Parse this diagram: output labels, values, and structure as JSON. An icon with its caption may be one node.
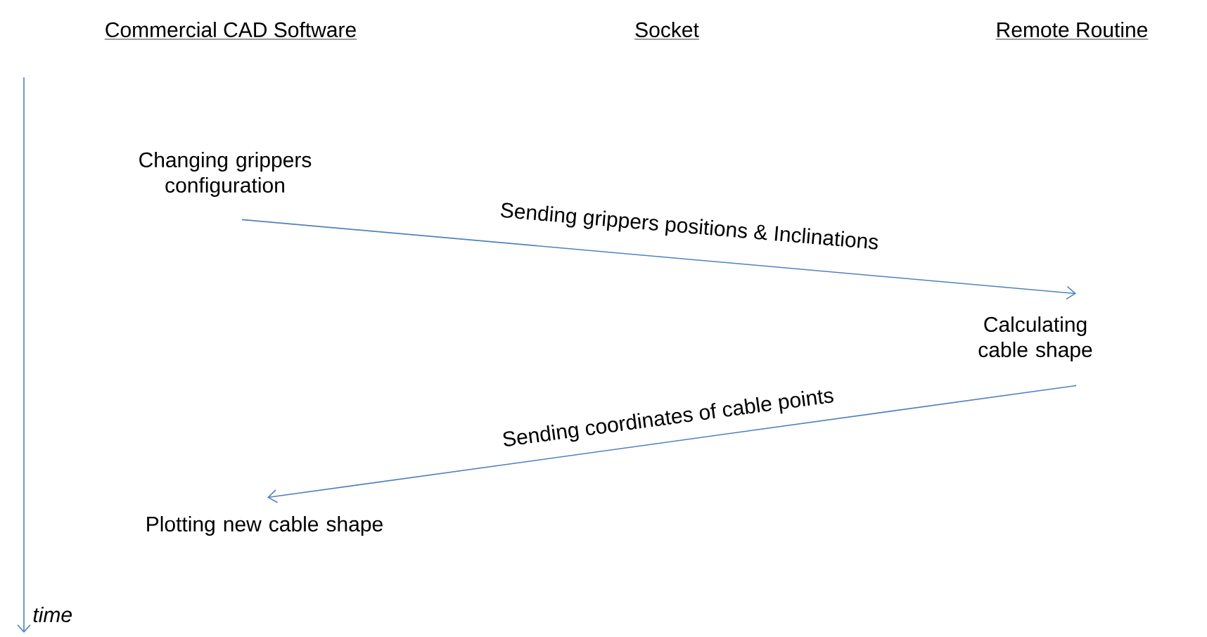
{
  "diagram": {
    "nodes": [
      {
        "text": [
          "Changing grippers configuration"
        ]
      },
      {
        "text": [
          "Calculating cable shape"
        ]
      },
      {
        "text": [
          "Plotting new cable shape"
        ]
      }
    ],
    "edges": [
      {
        "from": 0,
        "to": 1,
        "arrow": "to",
        "label": "Sending grippers positions & Inclinations"
      },
      {
        "from": 1,
        "to": 2,
        "arrow": "to",
        "label": "Sending coordinates of cable points"
      }
    ],
    "labels": [
      "Commercial CAD Software",
      "Socket",
      "Remote Routine",
      "time"
    ]
  }
}
